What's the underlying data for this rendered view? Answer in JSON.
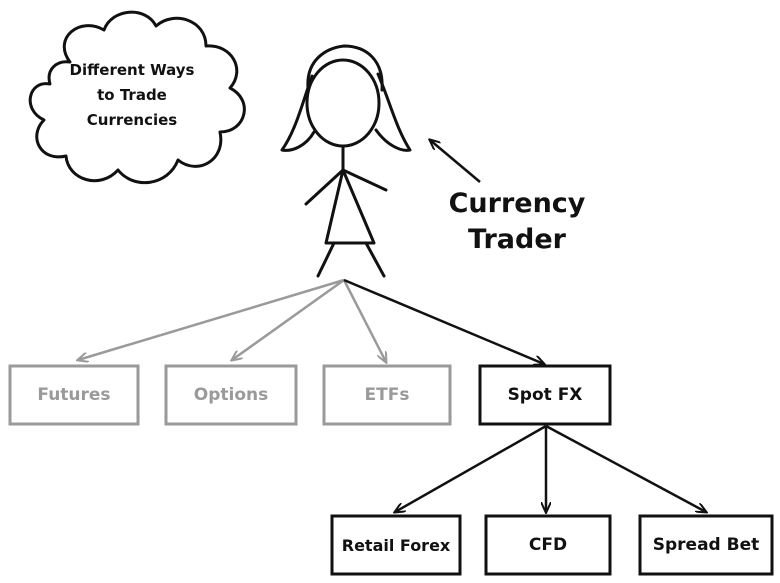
{
  "cloud": {
    "lines": [
      "Different Ways",
      "to Trade",
      "Currencies"
    ]
  },
  "trader": {
    "lines": [
      "Currency",
      "Trader"
    ]
  },
  "categories": [
    {
      "label": "Futures",
      "active": false
    },
    {
      "label": "Options",
      "active": false
    },
    {
      "label": "ETFs",
      "active": false
    },
    {
      "label": "Spot FX",
      "active": true
    }
  ],
  "spot_fx_types": [
    {
      "label": "Retail Forex"
    },
    {
      "label": "CFD"
    },
    {
      "label": "Spread Bet"
    }
  ],
  "colors": {
    "ink": "#111111",
    "muted": "#9a9a9a",
    "background": "#ffffff"
  }
}
